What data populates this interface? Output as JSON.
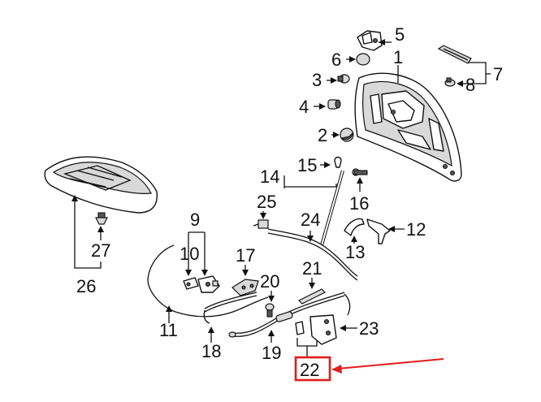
{
  "labels": {
    "p1": "1",
    "p2": "2",
    "p3": "3",
    "p4": "4",
    "p5": "5",
    "p6": "6",
    "p7": "7",
    "p8": "8",
    "p9": "9",
    "p10": "10",
    "p11": "11",
    "p12": "12",
    "p13": "13",
    "p14": "14",
    "p15": "15",
    "p16": "16",
    "p17": "17",
    "p18": "18",
    "p19": "19",
    "p20": "20",
    "p21": "21",
    "p22": "22",
    "p23": "23",
    "p24": "24",
    "p25": "25",
    "p26": "26",
    "p27": "27"
  },
  "colors": {
    "highlight": "#e31b1b",
    "ink": "#111111"
  },
  "highlighted_part": "22"
}
